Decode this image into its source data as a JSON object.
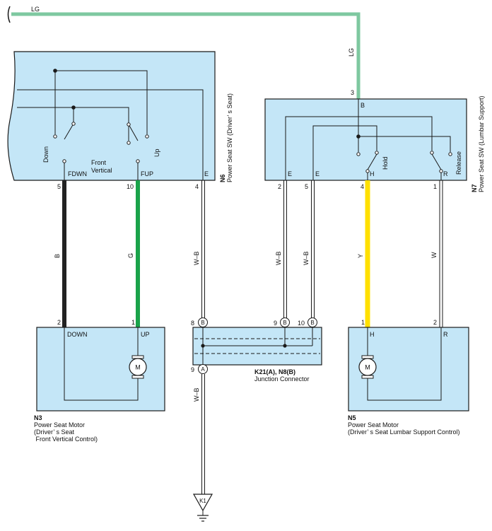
{
  "colors": {
    "component_fill": "#c4e6f7",
    "wire_lg": "#7ec8a0",
    "wire_b": "#222222",
    "wire_g": "#1aa34a",
    "wire_y": "#ffe000",
    "wire_w": "#ffffff"
  },
  "icons": [
    "switch-contact-icon",
    "motor-icon",
    "ground-icon",
    "connector-terminal-icon"
  ],
  "wires": {
    "lg": "LG",
    "b": "B",
    "g": "G",
    "wb": "W–B",
    "y": "Y",
    "w": "W"
  },
  "n6": {
    "code": "N6",
    "name": "Power Seat SW (Driver’ s Seat)",
    "down": "Down",
    "up": "Up",
    "front": "Front",
    "vertical": "Vertical",
    "pin_fdwn": "FDWN",
    "pin_fup": "FUP",
    "pin_e": "E",
    "num_fdwn": "5",
    "num_fup": "10",
    "num_e": "4"
  },
  "n7": {
    "code": "N7",
    "name": "Power Seat SW (Lumbar Support)",
    "pin_b": "B",
    "num_b": "3",
    "hold": "Hold",
    "release": "Release",
    "pin_e1": "E",
    "pin_e2": "E",
    "pin_h": "H",
    "pin_r": "R",
    "num_e1": "2",
    "num_e2": "5",
    "num_h": "4",
    "num_r": "1"
  },
  "n3": {
    "code": "N3",
    "line1": "Power Seat Motor",
    "line2": "(Driver’ s Seat",
    "line3": " Front Vertical Control)",
    "pin_down": "DOWN",
    "pin_up": "UP",
    "num_down": "2",
    "num_up": "1",
    "motor": "M"
  },
  "n5": {
    "code": "N5",
    "line1": "Power Seat Motor",
    "line2": "(Driver’ s Seat Lumbar Support Control)",
    "pin_h": "H",
    "pin_r": "R",
    "num_h": "1",
    "num_r": "2",
    "motor": "M"
  },
  "junction": {
    "code": "K21(A), N8(B)",
    "name": "Junction Connector",
    "b_letter": "B",
    "a_letter": "A",
    "num_8": "8",
    "num_9b1": "9",
    "num_10": "10",
    "num_9a": "9"
  },
  "ground": {
    "code": "K1"
  }
}
